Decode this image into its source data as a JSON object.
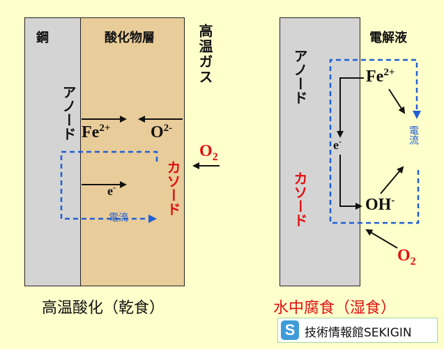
{
  "left": {
    "steel": "鋼",
    "oxide_layer": "酸化物層",
    "gas": "高温ガス",
    "anode": "アノード",
    "cathode": "カソード",
    "fe_ion": "Fe",
    "fe_charge": "2+",
    "o_ion": "O",
    "o_charge": "2-",
    "o2_base": "O",
    "o2_sub": "2",
    "electron": "e",
    "electron_charge": "-",
    "current": "電流",
    "caption": "高温酸化（乾食）"
  },
  "right": {
    "electrolyte": "電解液",
    "anode": "アノード",
    "cathode": "カソード",
    "fe_ion": "Fe",
    "fe_charge": "2+",
    "electron": "e",
    "electron_charge": "-",
    "oh_ion": "OH",
    "oh_charge": "-",
    "o2_base": "O",
    "o2_sub": "2",
    "current": "電流",
    "caption": "水中腐食（湿食）"
  },
  "logo": {
    "icon": "S",
    "text": "技術情報館SEKIGIN"
  },
  "colors": {
    "background": "#ffffcc",
    "steel": "#d4d4d4",
    "oxide": "#e8cc99",
    "current": "#1f5fd6",
    "cathode_red": "#e01010"
  }
}
